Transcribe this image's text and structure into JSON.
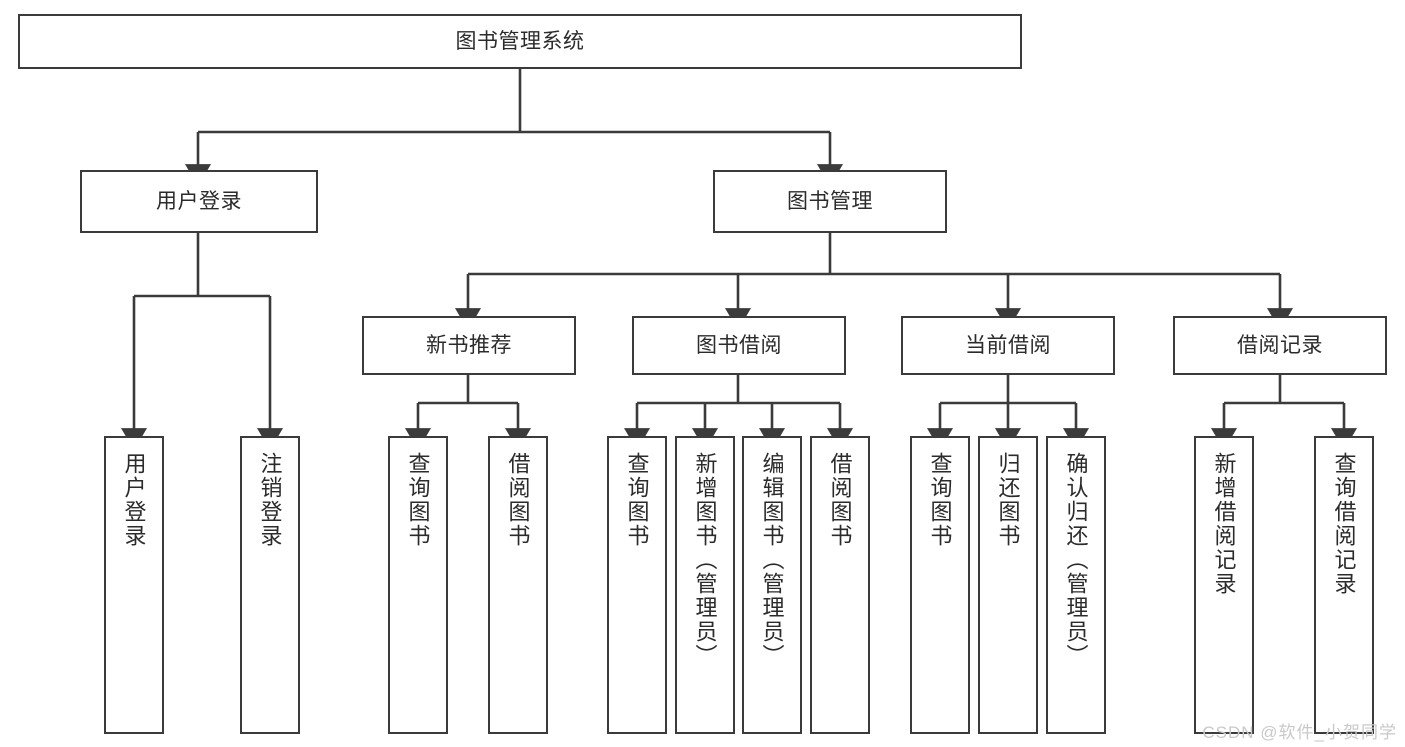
{
  "diagram": {
    "title": "图书管理系统",
    "background_color": "#ffffff",
    "line_color": "#3b3b3b",
    "box_fill": "#ffffff",
    "text_color": "#2b2b2b",
    "type": "tree-hierarchy"
  },
  "root": {
    "label": "图书管理系统"
  },
  "level2": [
    {
      "label": "用户登录"
    },
    {
      "label": "图书管理"
    }
  ],
  "level3": [
    {
      "label": "新书推荐"
    },
    {
      "label": "图书借阅"
    },
    {
      "label": "当前借阅"
    },
    {
      "label": "借阅记录"
    }
  ],
  "leaves": {
    "user_login": [
      {
        "label": "用户登录"
      },
      {
        "label": "注销登录"
      }
    ],
    "new_book_recommend": [
      {
        "label": "查询图书"
      },
      {
        "label": "借阅图书"
      }
    ],
    "book_borrow": [
      {
        "label": "查询图书"
      },
      {
        "label": "新增图书（管理员）"
      },
      {
        "label": "编辑图书（管理员）"
      },
      {
        "label": "借阅图书"
      }
    ],
    "current_borrow": [
      {
        "label": "查询图书"
      },
      {
        "label": "归还图书"
      },
      {
        "label": "确认归还（管理员）"
      }
    ],
    "borrow_record": [
      {
        "label": "新增借阅记录"
      },
      {
        "label": "查询借阅记录"
      }
    ]
  },
  "watermark": {
    "text": "CSDN @软件_小贺同学"
  }
}
